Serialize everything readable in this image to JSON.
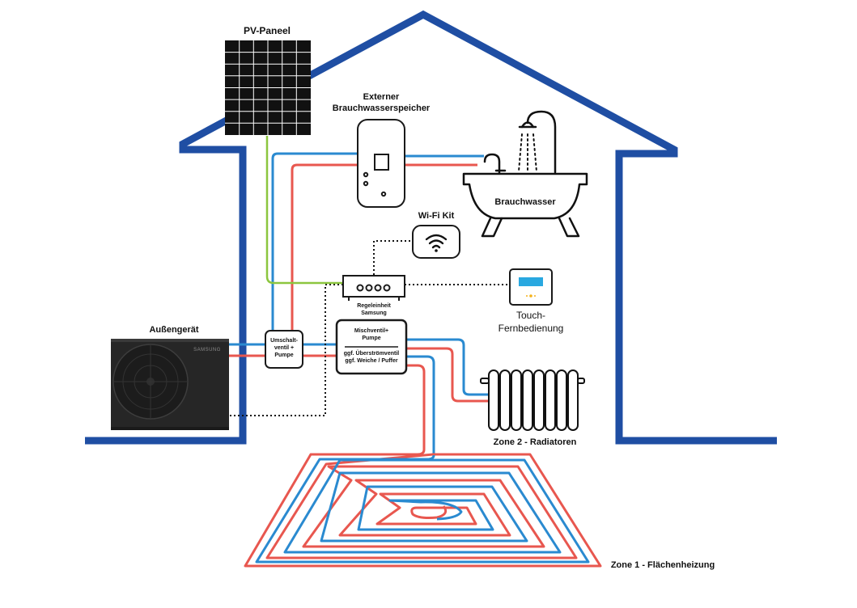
{
  "labels": {
    "pv_panel": "PV-Paneel",
    "tank_line1": "Externer",
    "tank_line2": "Brauchwasserspeicher",
    "bathtub": "Brauchwasser",
    "wifi_kit": "Wi-Fi Kit",
    "control_unit_line1": "Regeleinheit",
    "control_unit_line2": "Samsung",
    "touch_line1": "Touch-",
    "touch_line2": "Fernbedienung",
    "outdoor_unit": "Außengerät",
    "outdoor_brand": "SAMSUNG",
    "switch_valve_line1": "Umschalt-",
    "switch_valve_line2": "ventil +",
    "switch_valve_line3": "Pumpe",
    "mixing_line1": "Mischventil+",
    "mixing_line2": "Pumpe",
    "mixing_line3": "ggf. Überströmventil",
    "mixing_line4": "ggf. Weiche / Puffer",
    "zone2": "Zone 2 - Radiatoren",
    "zone1": "Zone 1 - Flächenheizung"
  },
  "colors": {
    "house_outline": "#1f4ea3",
    "flow_hot": "#e8574f",
    "flow_cold": "#2a8ad0",
    "pv_line": "#8cc63f",
    "device_stroke": "#1a1a1a",
    "outdoor_unit": "#262626",
    "touch_screen": "#29a8e0"
  }
}
